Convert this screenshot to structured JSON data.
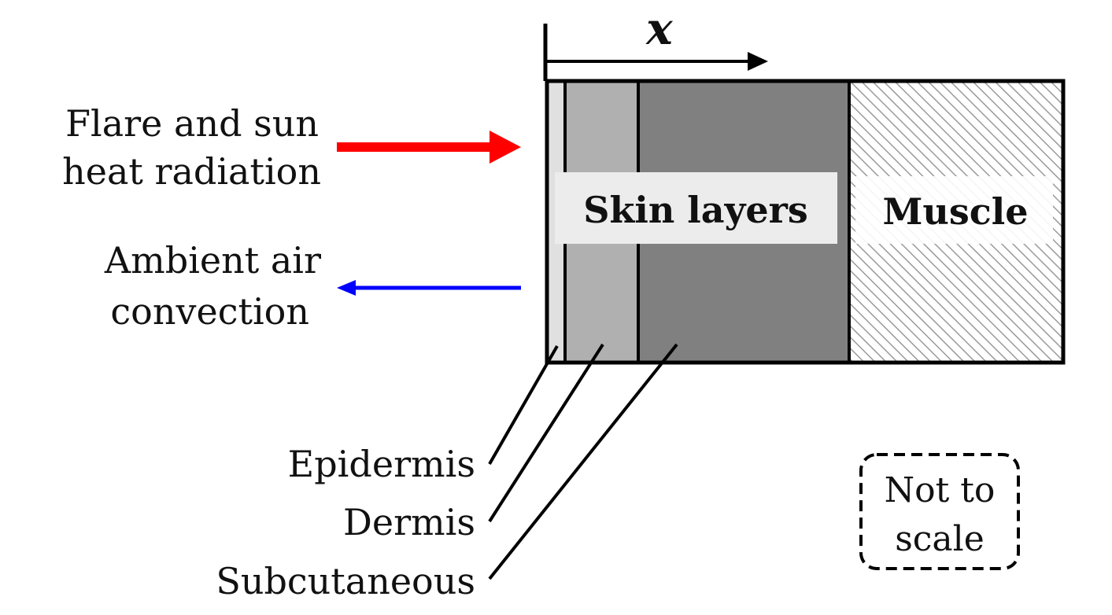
{
  "axis_label": "x",
  "inputs": {
    "radiation_line1": "Flare and sun",
    "radiation_line2": "heat radiation",
    "convection_line1": "Ambient air",
    "convection_line2": "convection"
  },
  "regions": {
    "skin": "Skin layers",
    "muscle": "Muscle"
  },
  "layers": {
    "epidermis": "Epidermis",
    "dermis": "Dermis",
    "subcutaneous": "Subcutaneous"
  },
  "note_line1": "Not to",
  "note_line2": "scale",
  "colors": {
    "radiation_arrow": "#ff0000",
    "convection_arrow": "#0000ff",
    "epidermis": "#e0e0e0",
    "dermis": "#b0b0b0",
    "subcutaneous": "#808080",
    "muscle_hatch": "#9a9a9a"
  }
}
